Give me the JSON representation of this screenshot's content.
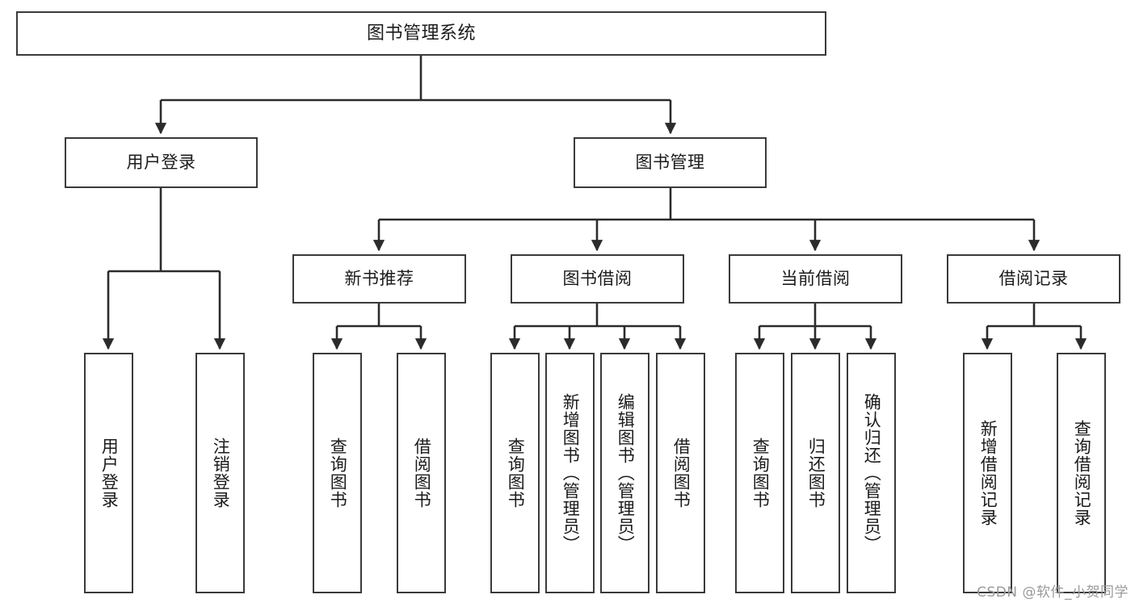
{
  "diagram": {
    "type": "hierarchy-tree",
    "title": "图书管理系统",
    "watermark": "CSDN @软件_小贺同学",
    "colors": {
      "box_border": "#3a3a3a",
      "box_fill": "#ffffff",
      "connector": "#2b2b2b",
      "text": "#1b1b1b",
      "watermark": "#9a9a9a"
    },
    "nodes": {
      "root": {
        "label": "图书管理系统"
      },
      "level2": [
        {
          "label": "用户登录"
        },
        {
          "label": "图书管理"
        }
      ],
      "level3": [
        {
          "label": "新书推荐"
        },
        {
          "label": "图书借阅"
        },
        {
          "label": "当前借阅"
        },
        {
          "label": "借阅记录"
        }
      ],
      "leaves": [
        {
          "label": "用户登录",
          "parent": "用户登录"
        },
        {
          "label": "注销登录",
          "parent": "用户登录"
        },
        {
          "label": "查询图书",
          "parent": "新书推荐"
        },
        {
          "label": "借阅图书",
          "parent": "新书推荐"
        },
        {
          "label": "查询图书",
          "parent": "图书借阅"
        },
        {
          "label": "新增图书（管理员）",
          "parent": "图书借阅"
        },
        {
          "label": "编辑图书（管理员）",
          "parent": "图书借阅"
        },
        {
          "label": "借阅图书",
          "parent": "图书借阅"
        },
        {
          "label": "查询图书",
          "parent": "当前借阅"
        },
        {
          "label": "归还图书",
          "parent": "当前借阅"
        },
        {
          "label": "确认归还（管理员）",
          "parent": "当前借阅"
        },
        {
          "label": "新增借阅记录",
          "parent": "借阅记录"
        },
        {
          "label": "查询借阅记录",
          "parent": "借阅记录"
        }
      ]
    }
  }
}
